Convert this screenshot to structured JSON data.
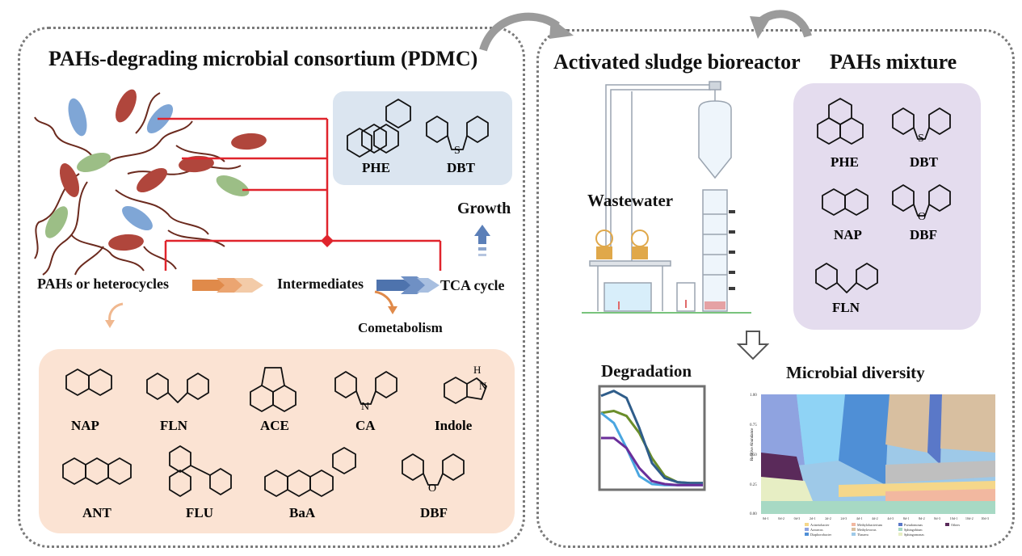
{
  "left_panel": {
    "title": "PAHs-degrading microbial consortium (PDMC)",
    "growth_label": "Growth",
    "flow": {
      "substrate": "PAHs or heterocycles",
      "intermediates": "Intermediates",
      "tca": "TCA cycle",
      "cometabolism": "Cometabolism"
    },
    "growth_compounds": [
      "PHE",
      "DBT"
    ],
    "cometabolism_compounds": [
      "NAP",
      "FLN",
      "ACE",
      "CA",
      "Indole",
      "ANT",
      "FLU",
      "BaA",
      "DBF"
    ]
  },
  "right_panel": {
    "title_reactor": "Activated sludge bioreactor",
    "title_mixture": "PAHs mixture",
    "wastewater_label": "Wastewater",
    "mixture_compounds": [
      "PHE",
      "DBT",
      "NAP",
      "DBF",
      "FLN"
    ],
    "degradation_title": "Degradation",
    "diversity_title": "Microbial diversity",
    "diversity_axis_label": "Relative Abundance",
    "diversity_yticks": [
      "1.00",
      "0.75",
      "0.50",
      "0.25",
      "0.00"
    ],
    "diversity_xticks": [
      "0d-1",
      "0d-2",
      "0d-3",
      "2d-1",
      "2d-2",
      "2d-3",
      "4d-1",
      "4d-2",
      "4d-3",
      "8d-1",
      "8d-2",
      "8d-3",
      "10d-1",
      "10d-2",
      "10d-3"
    ],
    "diversity_legend": [
      "Acinetobacter",
      "Azoarcus",
      "Diaphorobacter",
      "Methylobacterium",
      "Methylovorus",
      "Thauera",
      "Pseudomonas",
      "Sphingobium",
      "Sphingomonas",
      "Others"
    ]
  },
  "colors": {
    "red_line": "#e0242c",
    "bact_blue": "#7fa6d6",
    "bact_red": "#b0463c",
    "bact_green": "#9cbe86",
    "arrow_orange": "#e9a46c",
    "arrow_blue": "#5b7fb8",
    "box_blue": "#dbe5f0",
    "box_peach": "#fbe3d3",
    "box_lavender": "#e4dcee"
  },
  "chart_data": {
    "type": "line",
    "title": "Degradation",
    "xlabel": "",
    "ylabel": "",
    "series": [
      {
        "values": [
          0.75,
          0.77,
          0.72,
          0.55,
          0.3,
          0.12,
          0.06,
          0.05,
          0.05
        ]
      },
      {
        "values": [
          0.92,
          0.97,
          0.9,
          0.6,
          0.25,
          0.1,
          0.06,
          0.05,
          0.05
        ]
      },
      {
        "values": [
          0.75,
          0.65,
          0.4,
          0.12,
          0.04,
          0.03,
          0.03,
          0.03,
          0.03
        ]
      },
      {
        "values": [
          0.5,
          0.5,
          0.4,
          0.2,
          0.07,
          0.04,
          0.03,
          0.03,
          0.03
        ]
      }
    ]
  }
}
